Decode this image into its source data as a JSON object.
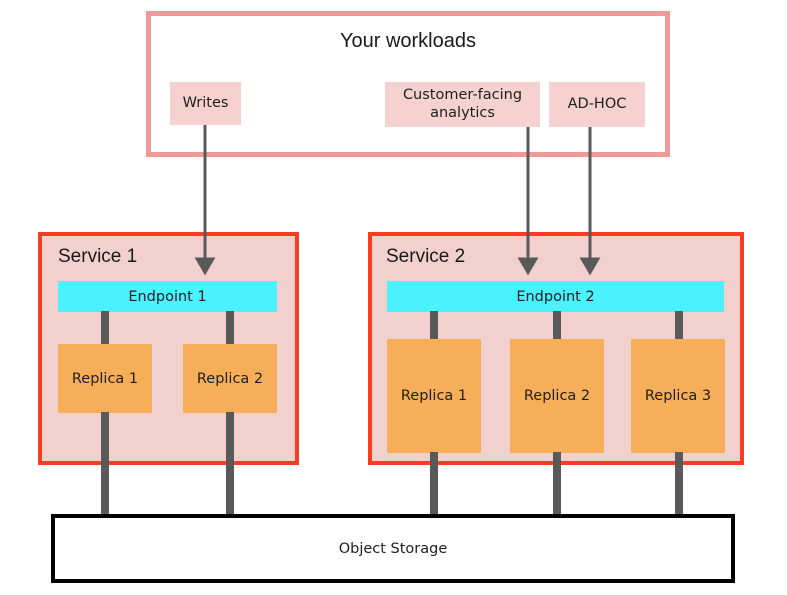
{
  "diagram": {
    "title": "Your workloads",
    "workloads": [
      {
        "id": "writes",
        "label": "Writes"
      },
      {
        "id": "analytics",
        "label": "Customer-facing analytics"
      },
      {
        "id": "adhoc",
        "label": "AD-HOC"
      }
    ],
    "services": [
      {
        "id": "service-1",
        "label": "Service 1",
        "endpoint": "Endpoint 1",
        "replicas": [
          "Replica 1",
          "Replica 2"
        ]
      },
      {
        "id": "service-2",
        "label": "Service 2",
        "endpoint": "Endpoint 2",
        "replicas": [
          "Replica 1",
          "Replica 2",
          "Replica 3"
        ]
      }
    ],
    "storage": {
      "label": "Object Storage"
    },
    "connections": [
      {
        "from": "writes",
        "to": "service-1"
      },
      {
        "from": "analytics",
        "to": "service-2"
      },
      {
        "from": "adhoc",
        "to": "service-2"
      }
    ],
    "colors": {
      "workloads_border": "#ED9A98",
      "workload_chip": "#F5D2D0",
      "service_border": "#FB3B24",
      "service_fill": "#F2D0CE",
      "endpoint": "#49F2FD",
      "replica": "#F7AE58",
      "connector": "#595959",
      "storage_border": "#000000",
      "background": "#FFFFFF"
    }
  }
}
